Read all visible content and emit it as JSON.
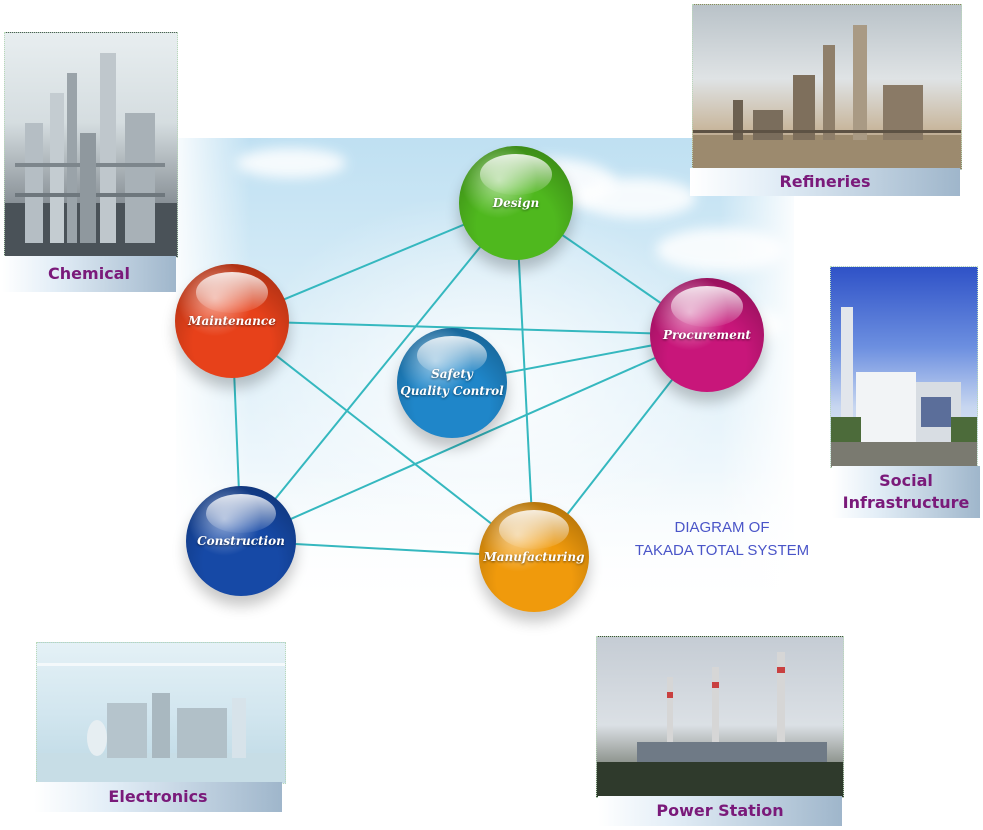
{
  "diagram": {
    "title": "DIAGRAM OF\nTAKADA TOTAL SYSTEM",
    "nodes": [
      {
        "id": "design",
        "label": "Design",
        "color": "#4fb81e"
      },
      {
        "id": "maintenance",
        "label": "Maintenance",
        "color": "#e7411a"
      },
      {
        "id": "procurement",
        "label": "Procurement",
        "color": "#c8167a"
      },
      {
        "id": "safety",
        "label": "Safety\nQuality Control",
        "color": "#1f86c9"
      },
      {
        "id": "construction",
        "label": "Construction",
        "color": "#1649a6"
      },
      {
        "id": "manufacturing",
        "label": "Manufacturing",
        "color": "#f09a0c"
      }
    ],
    "edges": [
      [
        "maintenance",
        "design"
      ],
      [
        "maintenance",
        "procurement"
      ],
      [
        "maintenance",
        "construction"
      ],
      [
        "maintenance",
        "manufacturing"
      ],
      [
        "design",
        "procurement"
      ],
      [
        "design",
        "construction"
      ],
      [
        "design",
        "manufacturing"
      ],
      [
        "procurement",
        "construction"
      ],
      [
        "procurement",
        "manufacturing"
      ],
      [
        "procurement",
        "safety"
      ],
      [
        "construction",
        "manufacturing"
      ]
    ],
    "link_color": "#35b8bf"
  },
  "industries": [
    {
      "id": "chemical",
      "label": "Chemical"
    },
    {
      "id": "refineries",
      "label": "Refineries"
    },
    {
      "id": "social",
      "label": "Social\nInfrastructure"
    },
    {
      "id": "electronics",
      "label": "Electronics"
    },
    {
      "id": "power",
      "label": "Power Station"
    }
  ]
}
